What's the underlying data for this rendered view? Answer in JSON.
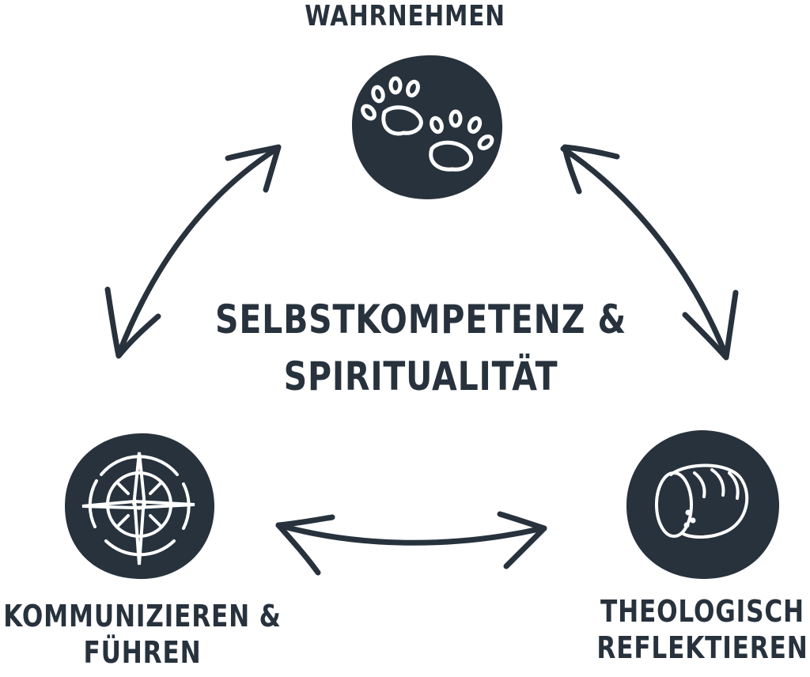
{
  "diagram": {
    "center": {
      "line1": "SELBSTKOMPETENZ &",
      "line2": "SPIRITUALITÄT"
    },
    "nodes": {
      "top": {
        "label": "WAHRNEHMEN",
        "icon": "paw-prints-icon"
      },
      "left": {
        "line1": "KOMMUNIZIEREN &",
        "line2": "FÜHREN",
        "icon": "compass-icon"
      },
      "right": {
        "line1": "THEOLOGISCH",
        "line2": "REFLEKTIEREN",
        "icon": "bread-icon"
      }
    },
    "colors": {
      "ink": "#27323d",
      "background": "#ffffff"
    }
  }
}
